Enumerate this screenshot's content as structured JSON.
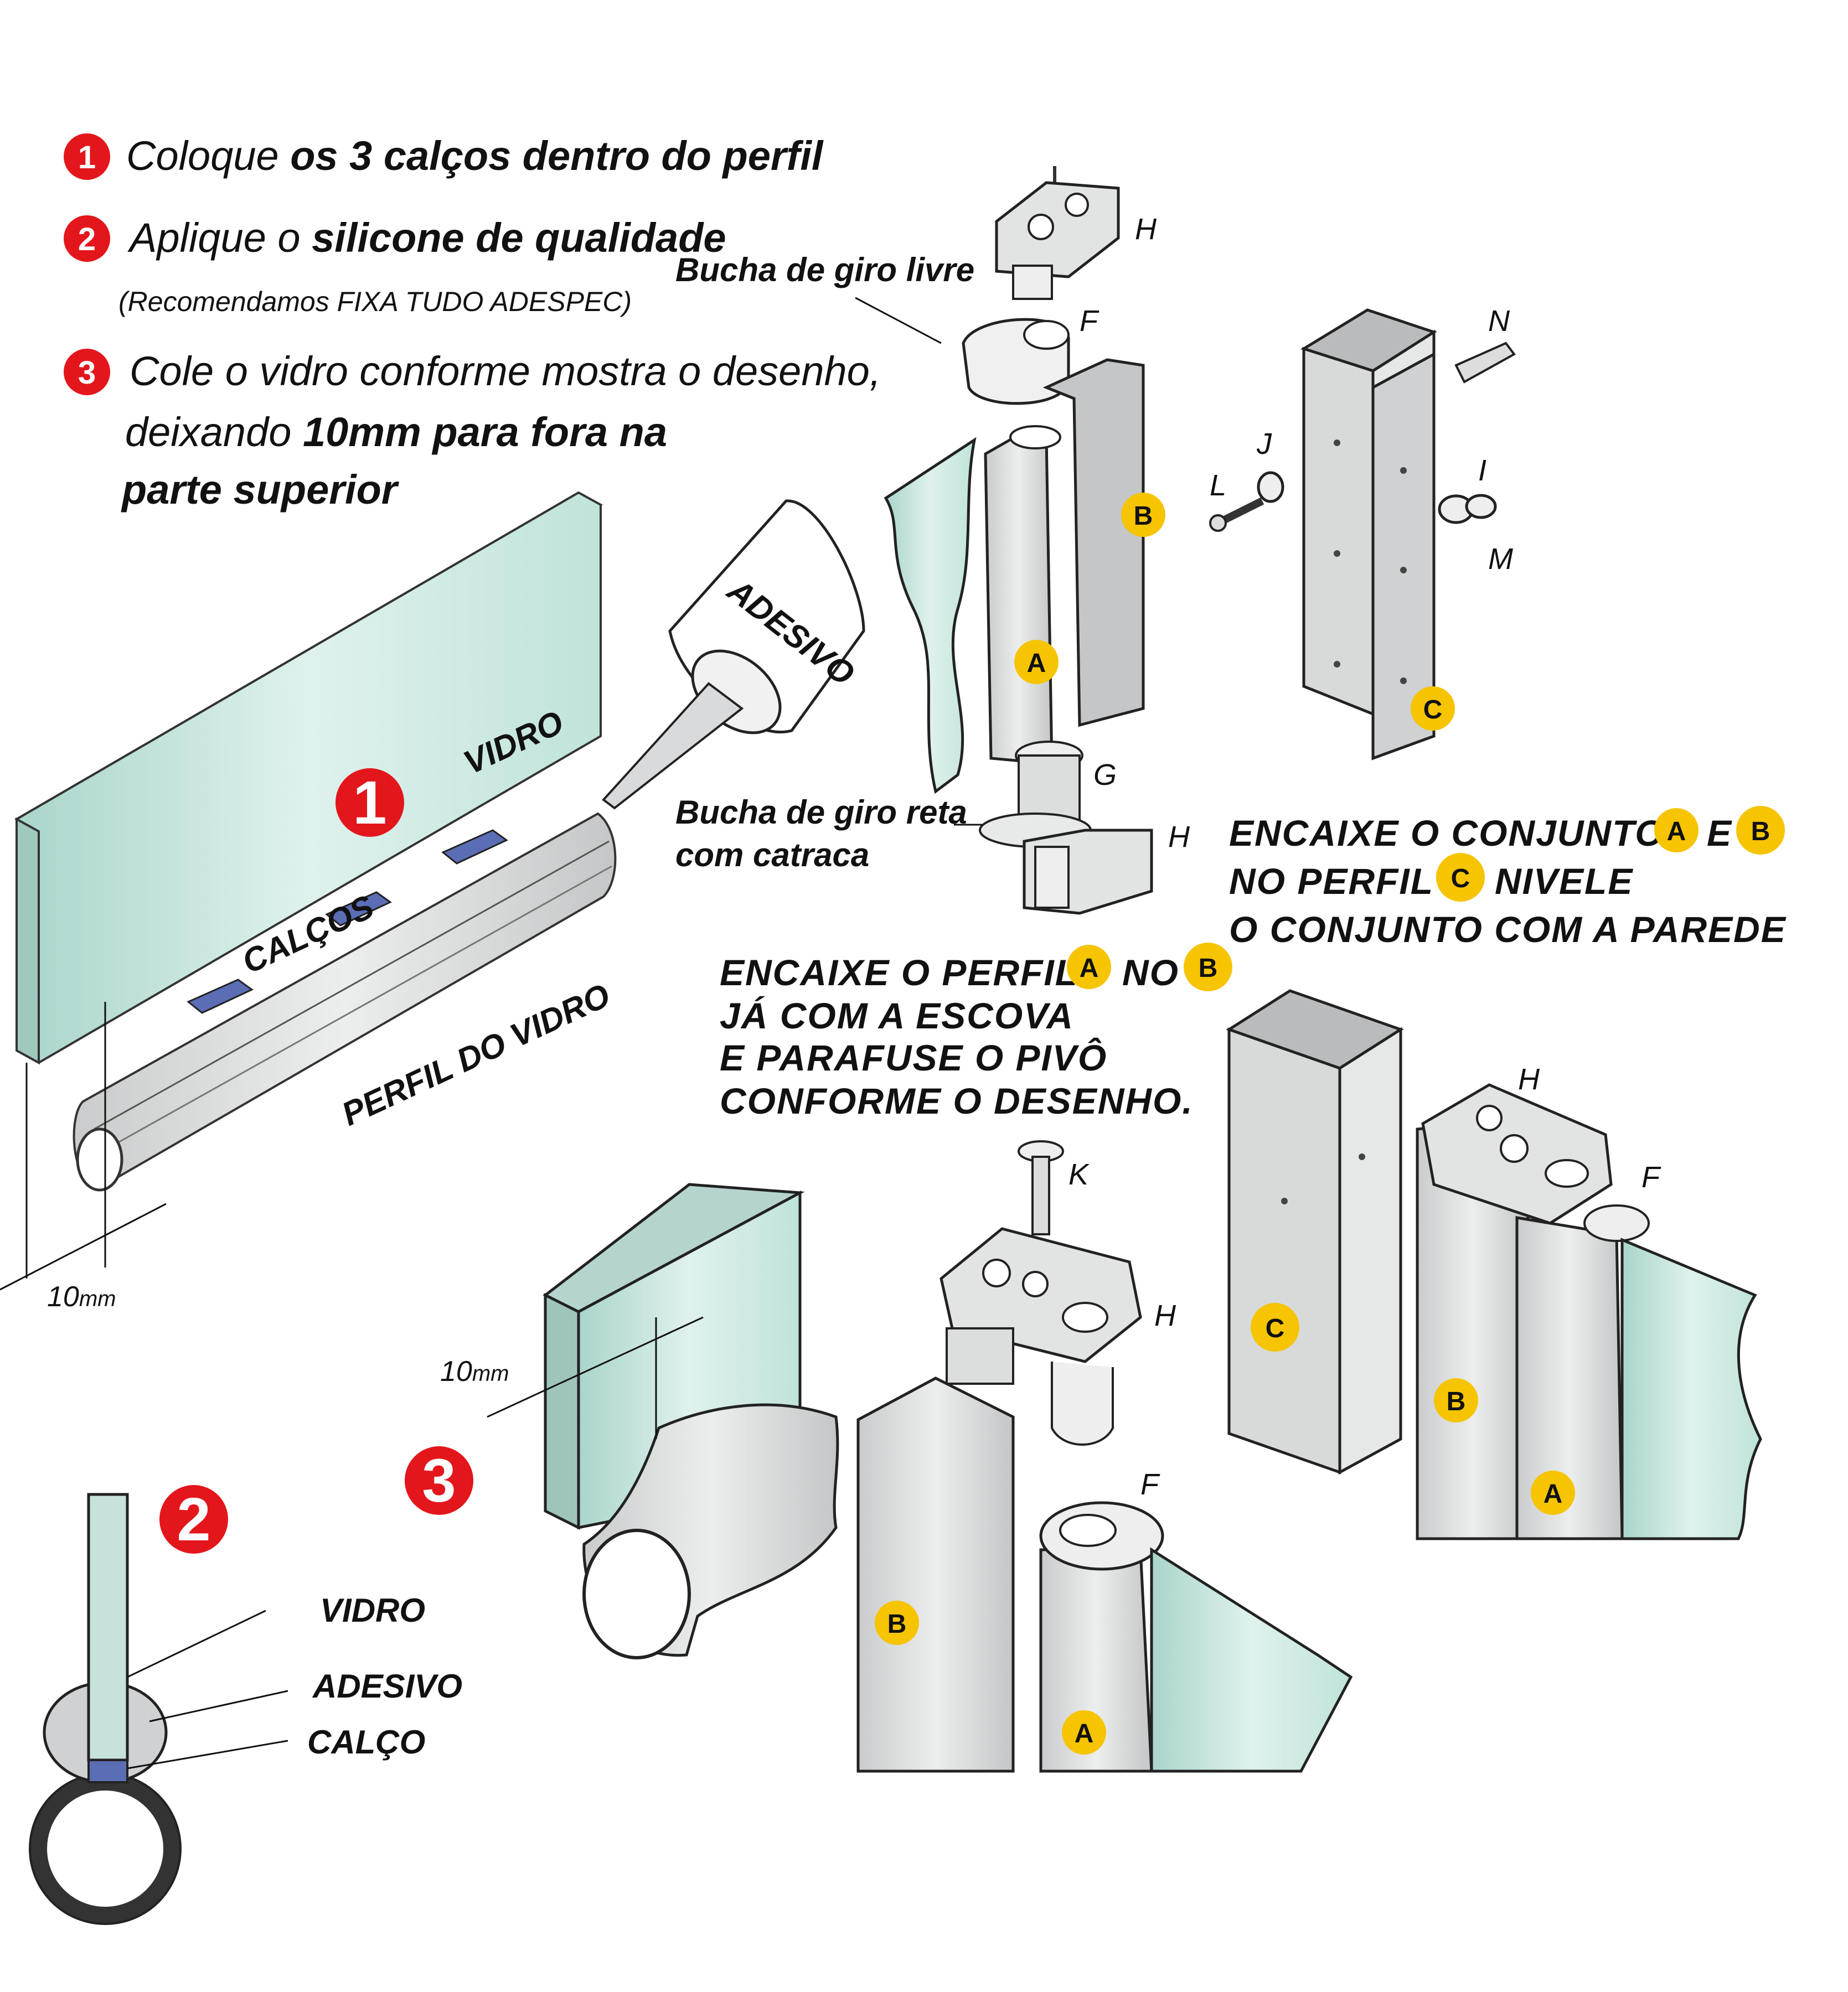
{
  "instructions": [
    {
      "num": "1",
      "pre": "Coloque ",
      "bold": "os 3 calços dentro do perfil"
    },
    {
      "num": "2",
      "pre": "Aplique o ",
      "bold": "silicone de qualidade"
    },
    {
      "note": "(Recomendamos FIXA TUDO ADESPEC)"
    },
    {
      "num": "3",
      "line1": "Cole o vidro conforme mostra o desenho,",
      "line2_pre": "deixando ",
      "line2_bold": "10mm para fora na",
      "line3_bold": "parte superior"
    }
  ],
  "scene1": {
    "badge": "1",
    "vidro": "VIDRO",
    "calcos": "CALÇOS",
    "perfil": "PERFIL DO VIDRO",
    "adesivo": "ADESIVO",
    "dimension": "10",
    "dimension_unit": "mm"
  },
  "scene2": {
    "badge": "2",
    "labels": [
      "VIDRO",
      "ADESIVO",
      "CALÇO"
    ]
  },
  "scene3": {
    "badge": "3",
    "dimension": "10",
    "dimension_unit": "mm"
  },
  "exploded": {
    "bucha_livre": "Bucha de giro livre",
    "bucha_reta_1": "Bucha de giro reta",
    "bucha_reta_2": "com catraca",
    "letters": {
      "H": "H",
      "F": "F",
      "G": "G",
      "L": "L",
      "J": "J",
      "N": "N",
      "I": "I",
      "M": "M",
      "K": "K"
    }
  },
  "encaixe_conjunto": {
    "l1_pre": "ENCAIXE O CONJUNTO",
    "l1_mid": "E",
    "l2_pre": "NO PERFIL",
    "l2_post": "NIVELE",
    "l3": "O CONJUNTO COM A PAREDE",
    "badges": [
      "A",
      "B",
      "C"
    ]
  },
  "encaixe_perfil": {
    "l1_pre": "ENCAIXE O PERFIL",
    "l1_mid": "NO",
    "l2": "JÁ COM A ESCOVA",
    "l3": "E PARAFUSE O PIVÔ",
    "l4": "CONFORME O DESENHO.",
    "badges": [
      "A",
      "B"
    ]
  },
  "part_badges": {
    "A": "A",
    "B": "B",
    "C": "C"
  },
  "colors": {
    "badge_yellow": "#f6c400",
    "badge_red": "#e3161c",
    "glass": "#cfe8e3",
    "aluminum": "#d7d9da",
    "shim": "#5b6db5"
  }
}
